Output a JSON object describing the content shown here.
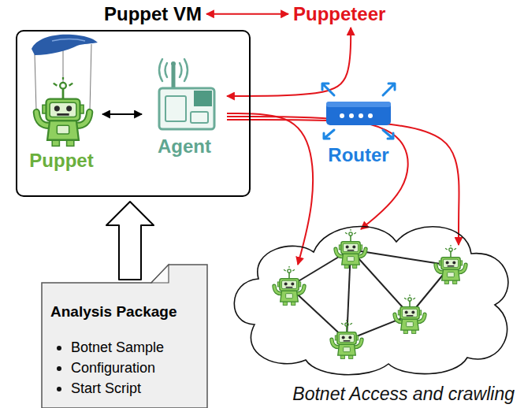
{
  "diagram": {
    "nodes": [
      {
        "text": [
          "Puppet VM"
        ]
      },
      {
        "text": [
          "Puppet"
        ],
        "in": 0
      },
      {
        "text": [
          "Agent"
        ],
        "in": 0
      },
      {
        "text": [
          "Puppeteer"
        ]
      },
      {
        "text": [
          "Router"
        ]
      },
      {
        "text": [
          "Botnet Access and crawling"
        ]
      },
      {
        "text": [
          "Analysis Package",
          "Botnet Sample",
          "Configuration",
          "Start Script"
        ]
      }
    ],
    "edges": [
      {
        "from": 0,
        "to": 3,
        "arrow": "both"
      },
      {
        "from": 1,
        "to": 2,
        "arrow": "both"
      },
      {
        "from": 2,
        "to": 3,
        "arrow": "both"
      },
      {
        "from": 2,
        "to": 5,
        "arrow": "to"
      },
      {
        "from": 2,
        "to": 5,
        "arrow": "to"
      },
      {
        "from": 2,
        "to": 5,
        "arrow": "to"
      },
      {
        "from": 6,
        "to": 0,
        "arrow": "to"
      }
    ]
  }
}
